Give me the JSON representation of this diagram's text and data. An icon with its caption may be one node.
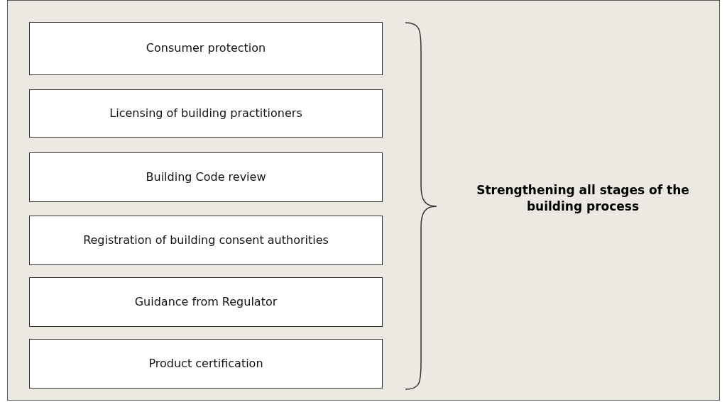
{
  "diagram": {
    "nodes": [
      {
        "text": [
          "Consumer protection"
        ]
      },
      {
        "text": [
          "Licensing of building practitioners"
        ]
      },
      {
        "text": [
          "Building Code review"
        ]
      },
      {
        "text": [
          "Registration of building consent authorities"
        ]
      },
      {
        "text": [
          "Guidance from Regulator"
        ]
      },
      {
        "text": [
          "Product certification"
        ]
      }
    ],
    "labels": [
      "Strengthening all stages of the building process"
    ]
  }
}
